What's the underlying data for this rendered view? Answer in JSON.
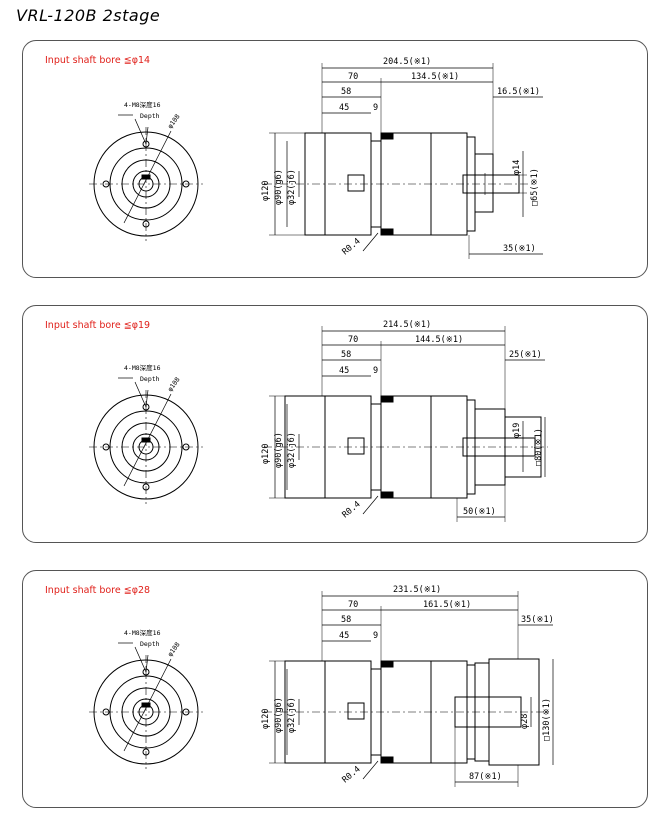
{
  "title": "VRL-120B    2stage",
  "common": {
    "tap_label": "4-M8深度16",
    "depth_label": "Depth",
    "pcd_label": "φ108",
    "d_120": "φ120",
    "d_90": "φ90(g6)",
    "d_32": "φ32(j6)",
    "r_label": "R0.4",
    "dim_70": "70",
    "dim_58": "58",
    "dim_45": "45",
    "dim_9": "9"
  },
  "panels": [
    {
      "bore": "Input shaft bore  ≦φ14",
      "total": "204.5(※1)",
      "body": "134.5(※1)",
      "adapter": "16.5(※1)",
      "bottom": "35(※1)",
      "shaft_d": "φ14",
      "flange": "□65(※1)"
    },
    {
      "bore": "Input shaft bore  ≦φ19",
      "total": "214.5(※1)",
      "body": "144.5(※1)",
      "adapter": "25(※1)",
      "bottom": "50(※1)",
      "shaft_d": "φ19",
      "flange": "□80(※1)"
    },
    {
      "bore": "Input shaft bore  ≦φ28",
      "total": "231.5(※1)",
      "body": "161.5(※1)",
      "adapter": "35(※1)",
      "bottom": "87(※1)",
      "shaft_d": "φ28",
      "flange": "□130(※1)"
    }
  ]
}
